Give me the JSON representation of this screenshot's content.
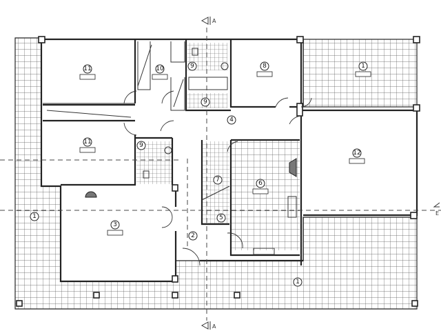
{
  "plan": {
    "section_marker_label": "A",
    "right_marker_label": "E",
    "colors": {
      "line": "#222222",
      "background": "#ffffff",
      "tile_grid": "#555555",
      "fireplace": "#777777"
    },
    "rooms": [
      {
        "id": "bedroom-top-left",
        "number": "11"
      },
      {
        "id": "dressing",
        "number": "10"
      },
      {
        "id": "bath-top",
        "number": "9"
      },
      {
        "id": "bath-middle",
        "number": "9"
      },
      {
        "id": "bath-left",
        "number": "9"
      },
      {
        "id": "room-8",
        "number": "8"
      },
      {
        "id": "terrace-top-right",
        "number": "1"
      },
      {
        "id": "hall",
        "number": "4"
      },
      {
        "id": "bedroom-lower-left",
        "number": "11"
      },
      {
        "id": "room-12",
        "number": "12"
      },
      {
        "id": "stair",
        "number": "7"
      },
      {
        "id": "kitchen",
        "number": "6"
      },
      {
        "id": "living",
        "number": "3"
      },
      {
        "id": "storage",
        "number": "5"
      },
      {
        "id": "entry",
        "number": "2"
      },
      {
        "id": "terrace-left",
        "number": "1"
      },
      {
        "id": "terrace-bottom",
        "number": "1"
      }
    ]
  }
}
